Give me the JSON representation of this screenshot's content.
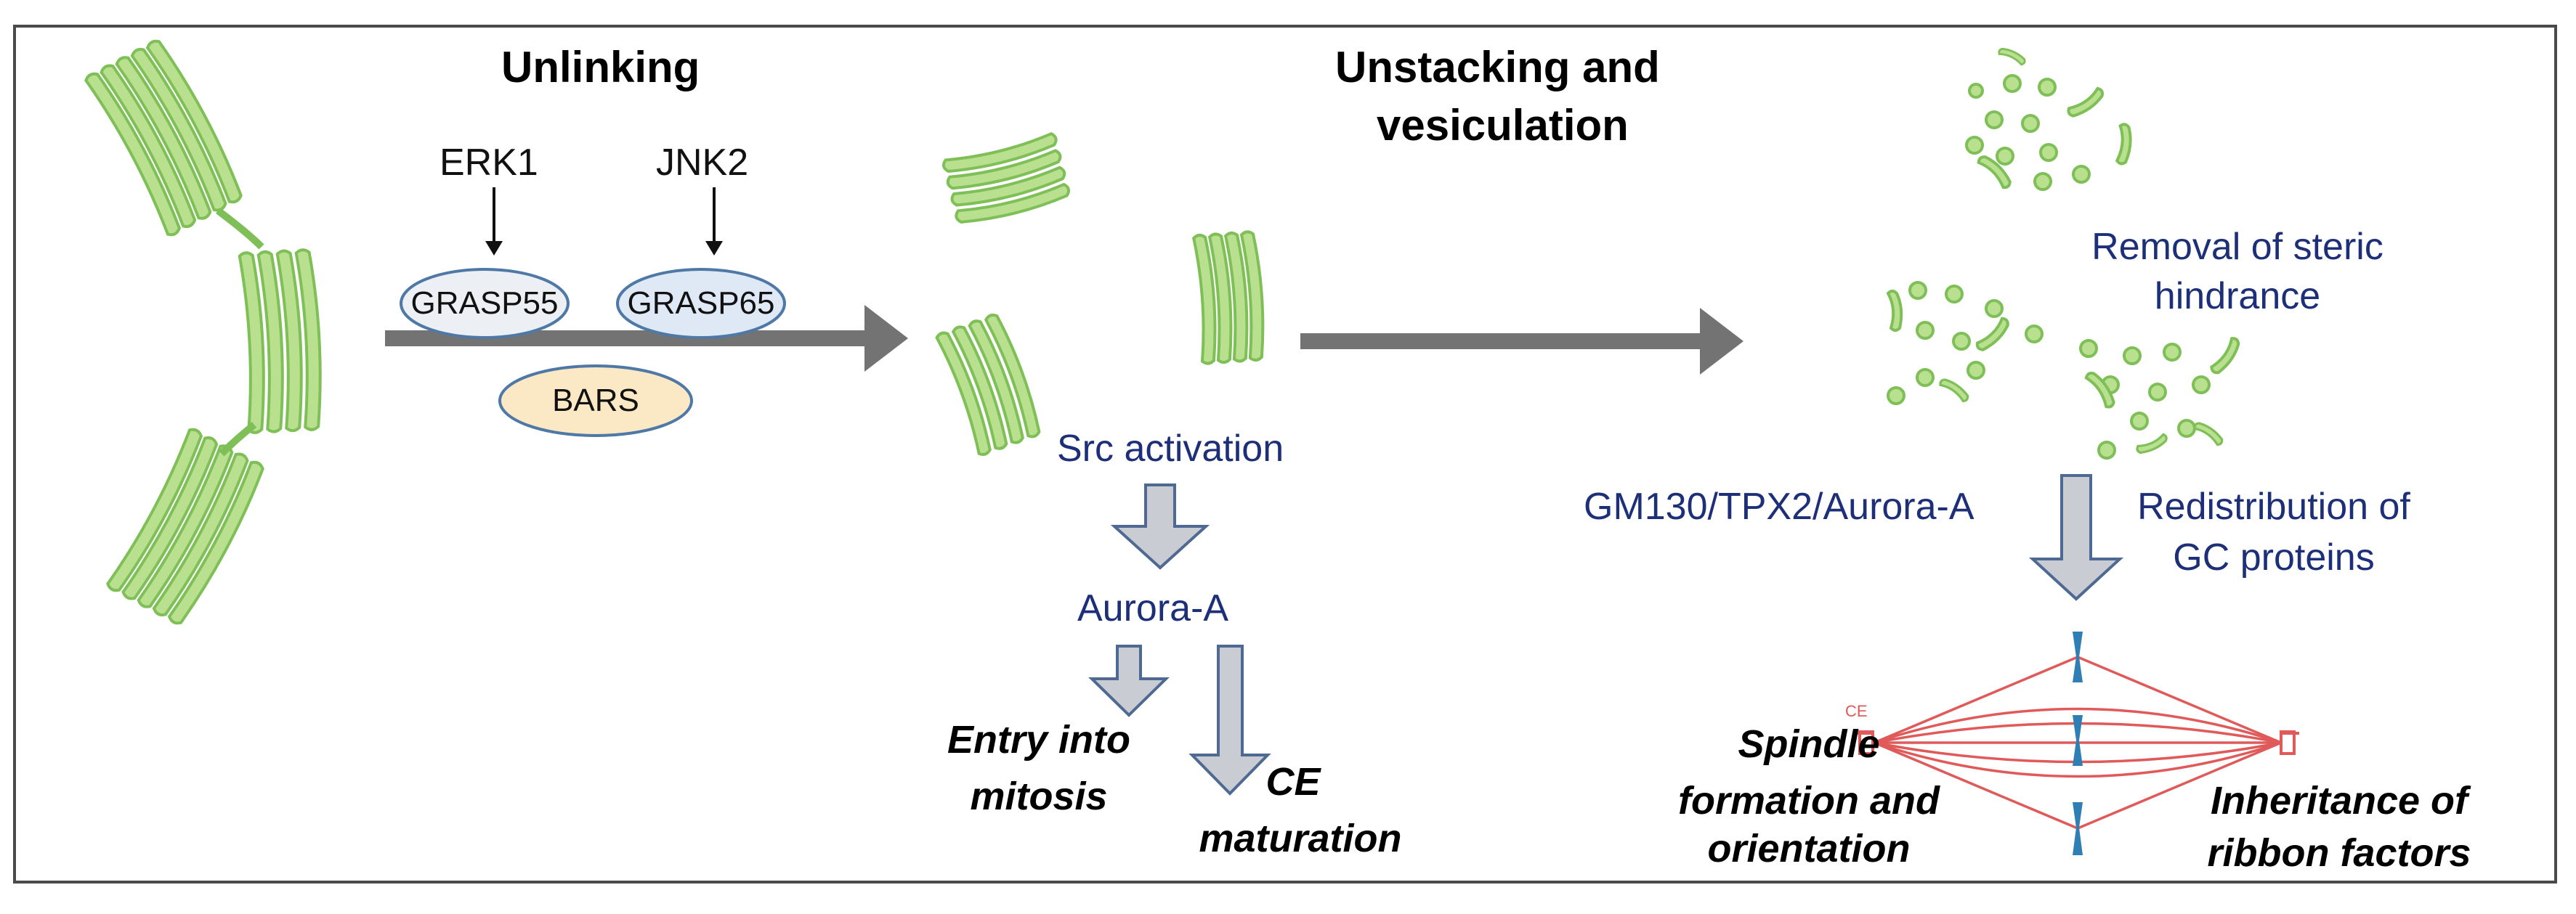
{
  "headings": {
    "unlinking": "Unlinking",
    "unstacking_line1": "Unstacking and",
    "unstacking_line2": "vesiculation"
  },
  "kinases": {
    "erk1": "ERK1",
    "jnk2": "JNK2"
  },
  "proteins": {
    "grasp55": "GRASP55",
    "grasp65": "GRASP65",
    "bars": "BARS"
  },
  "middle": {
    "src_activation": "Src activation",
    "aurora_a": "Aurora-A",
    "entry_line1": "Entry into",
    "entry_line2": "mitosis",
    "ce_line1": "CE",
    "ce_line2": "maturation"
  },
  "right": {
    "removal_line1": "Removal of steric",
    "removal_line2": "hindrance",
    "gm130": "GM130/TPX2/Aurora-A",
    "redistribution_line1": "Redistribution of",
    "redistribution_line2": "GC proteins",
    "spindle_line1": "Spindle",
    "spindle_line2": "formation and",
    "spindle_line3": "orientation",
    "inheritance_line1": "Inheritance of",
    "inheritance_line2": "ribbon factors",
    "ce_small": "CE"
  },
  "colors": {
    "golgi_fill": "#b9e08f",
    "golgi_stroke": "#7fbf57",
    "arrow_gray": "#737373",
    "block_arrow_fill": "#c9cdd3",
    "block_arrow_stroke": "#4e6a92",
    "navy_text": "#1d2f78",
    "spindle_red": "#e05a5a",
    "chromosome_blue": "#2f7fb5",
    "grasp55_fill": "#eceff3",
    "grasp65_fill": "#dfe9f6",
    "bars_fill": "#fbe8c4",
    "oval_stroke": "#4e79a7"
  }
}
